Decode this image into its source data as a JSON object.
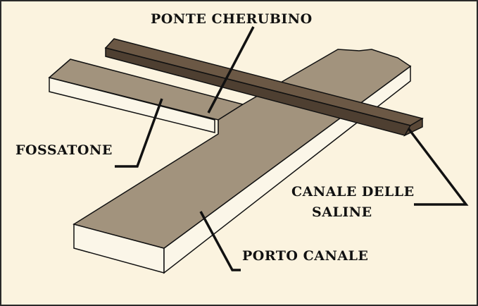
{
  "labels": {
    "ponte_cherubino": "PONTE CHERUBINO",
    "fossatone": "FOSSATONE",
    "canale_delle_saline_line1": "CANALE DELLE",
    "canale_delle_saline_line2": "SALINE",
    "porto_canale": "PORTO CANALE"
  },
  "colors": {
    "background": "#fbf3df",
    "channel_top": "#a2937d",
    "channel_side": "#fbf6e8",
    "bridge_top": "#6b5845",
    "bridge_side": "#4e3f31",
    "outline": "#111111"
  }
}
